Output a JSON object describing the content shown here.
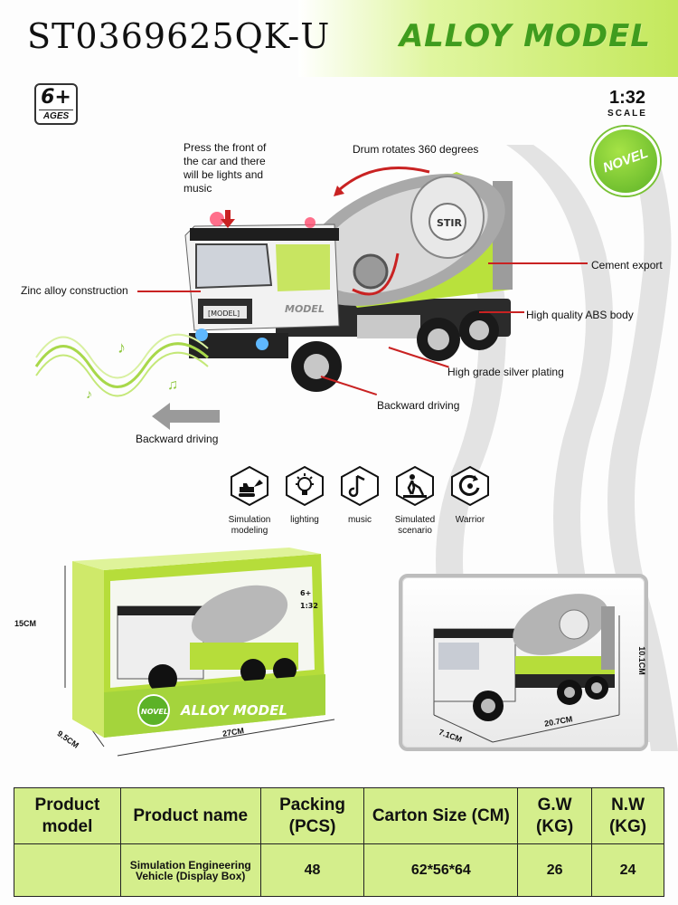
{
  "header": {
    "model_code": "ST0369625QK-U",
    "brand_title": "ALLOY MODEL"
  },
  "badges": {
    "age_number": "6+",
    "age_label": "AGES",
    "scale_number": "1:32",
    "scale_label": "SCALE",
    "novel": "NOVEL"
  },
  "annotations": {
    "press_front": "Press the front of the car and there will be lights and music",
    "drum_rotates": "Drum rotates 360 degrees",
    "zinc_alloy": "Zinc alloy construction",
    "cement_export": "Cement export",
    "abs_body": "High quality ABS body",
    "silver_plating": "High grade silver plating",
    "backward_driving_right": "Backward driving",
    "backward_driving_left": "Backward driving"
  },
  "truck_labels": {
    "stir": "STIR",
    "model_plate": "MODEL",
    "grille_badge": "[MODEL]"
  },
  "features": [
    {
      "icon": "excavator-icon",
      "label": "Simulation modeling"
    },
    {
      "icon": "lightbulb-icon",
      "label": "lighting"
    },
    {
      "icon": "music-note-icon",
      "label": "music"
    },
    {
      "icon": "worker-shovel-icon",
      "label": "Simulated scenario"
    },
    {
      "icon": "rotate-icon",
      "label": "Warrior"
    }
  ],
  "package": {
    "box_title": "ALLOY MODEL",
    "box_novel": "NOVEL",
    "box_scale": "1:32",
    "box_age": "6+",
    "height": "15CM",
    "width": "27CM",
    "depth": "9.5CM"
  },
  "product_dims": {
    "height": "10.1CM",
    "length": "20.7CM",
    "depth": "7.1CM"
  },
  "table": {
    "headers": [
      "Product model",
      "Product name",
      "Packing (PCS)",
      "Carton Size (CM)",
      "G.W (KG)",
      "N.W (KG)"
    ],
    "row": {
      "model": "",
      "name": "Simulation Engineering Vehicle (Display Box)",
      "packing": "48",
      "carton": "62*56*64",
      "gw": "26",
      "nw": "24"
    }
  },
  "colors": {
    "accent_green": "#a4d43c",
    "brand_green": "#3f9c1e",
    "arrow_red": "#c92222",
    "table_bg": "#d4ee8c"
  }
}
